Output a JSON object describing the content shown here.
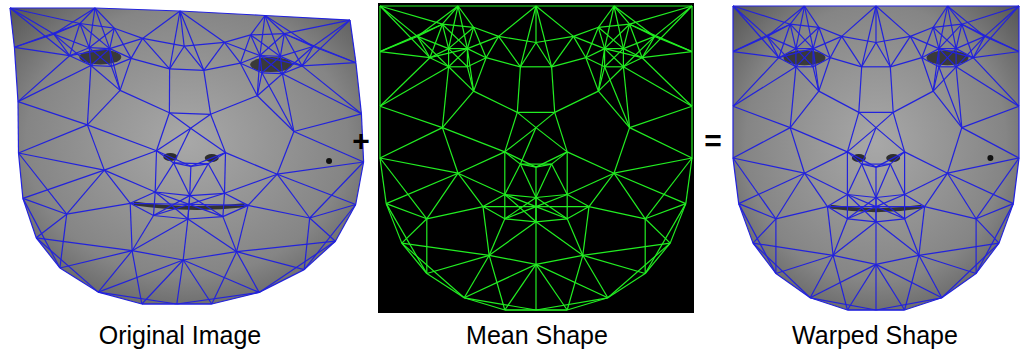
{
  "diagram": {
    "labels": [
      "+",
      "=",
      "Original Image",
      "Mean Shape",
      "Warped Shape"
    ]
  }
}
